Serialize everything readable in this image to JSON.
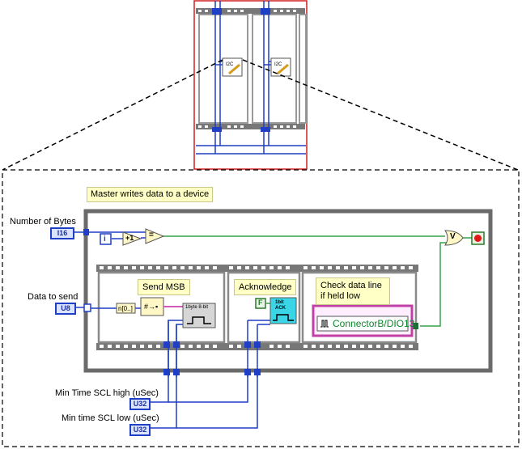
{
  "comment": "Master writes data to a device",
  "inputs": [
    {
      "label": "Number of Bytes",
      "type": "I16"
    },
    {
      "label": "Data to send",
      "type": "U8"
    },
    {
      "label": "Min Time SCL high (uSec)",
      "type": "U32"
    },
    {
      "label": "Min time SCL low (uSec)",
      "type": "U32"
    }
  ],
  "frames": [
    {
      "label": "Send MSB"
    },
    {
      "label": "Acknowledge"
    },
    {
      "label": "Check data line if held low"
    }
  ],
  "channel": "ConnectorB/DIO13",
  "iteration_terminal": "i",
  "increment_label": "+1",
  "equal_label": "=",
  "or_label": "V",
  "false_constant": "F",
  "bit_label_send": "1byte 8-bit",
  "bit_label_ack": "1bit ACK",
  "i2c_label": "I2C",
  "colors": {
    "wire_blue": "#1f3fc6",
    "wire_green": "#38a048",
    "frame_gray": "#888888",
    "loop_gray": "#6b6b6b",
    "pink": "#d058b8",
    "red": "#e01818"
  }
}
